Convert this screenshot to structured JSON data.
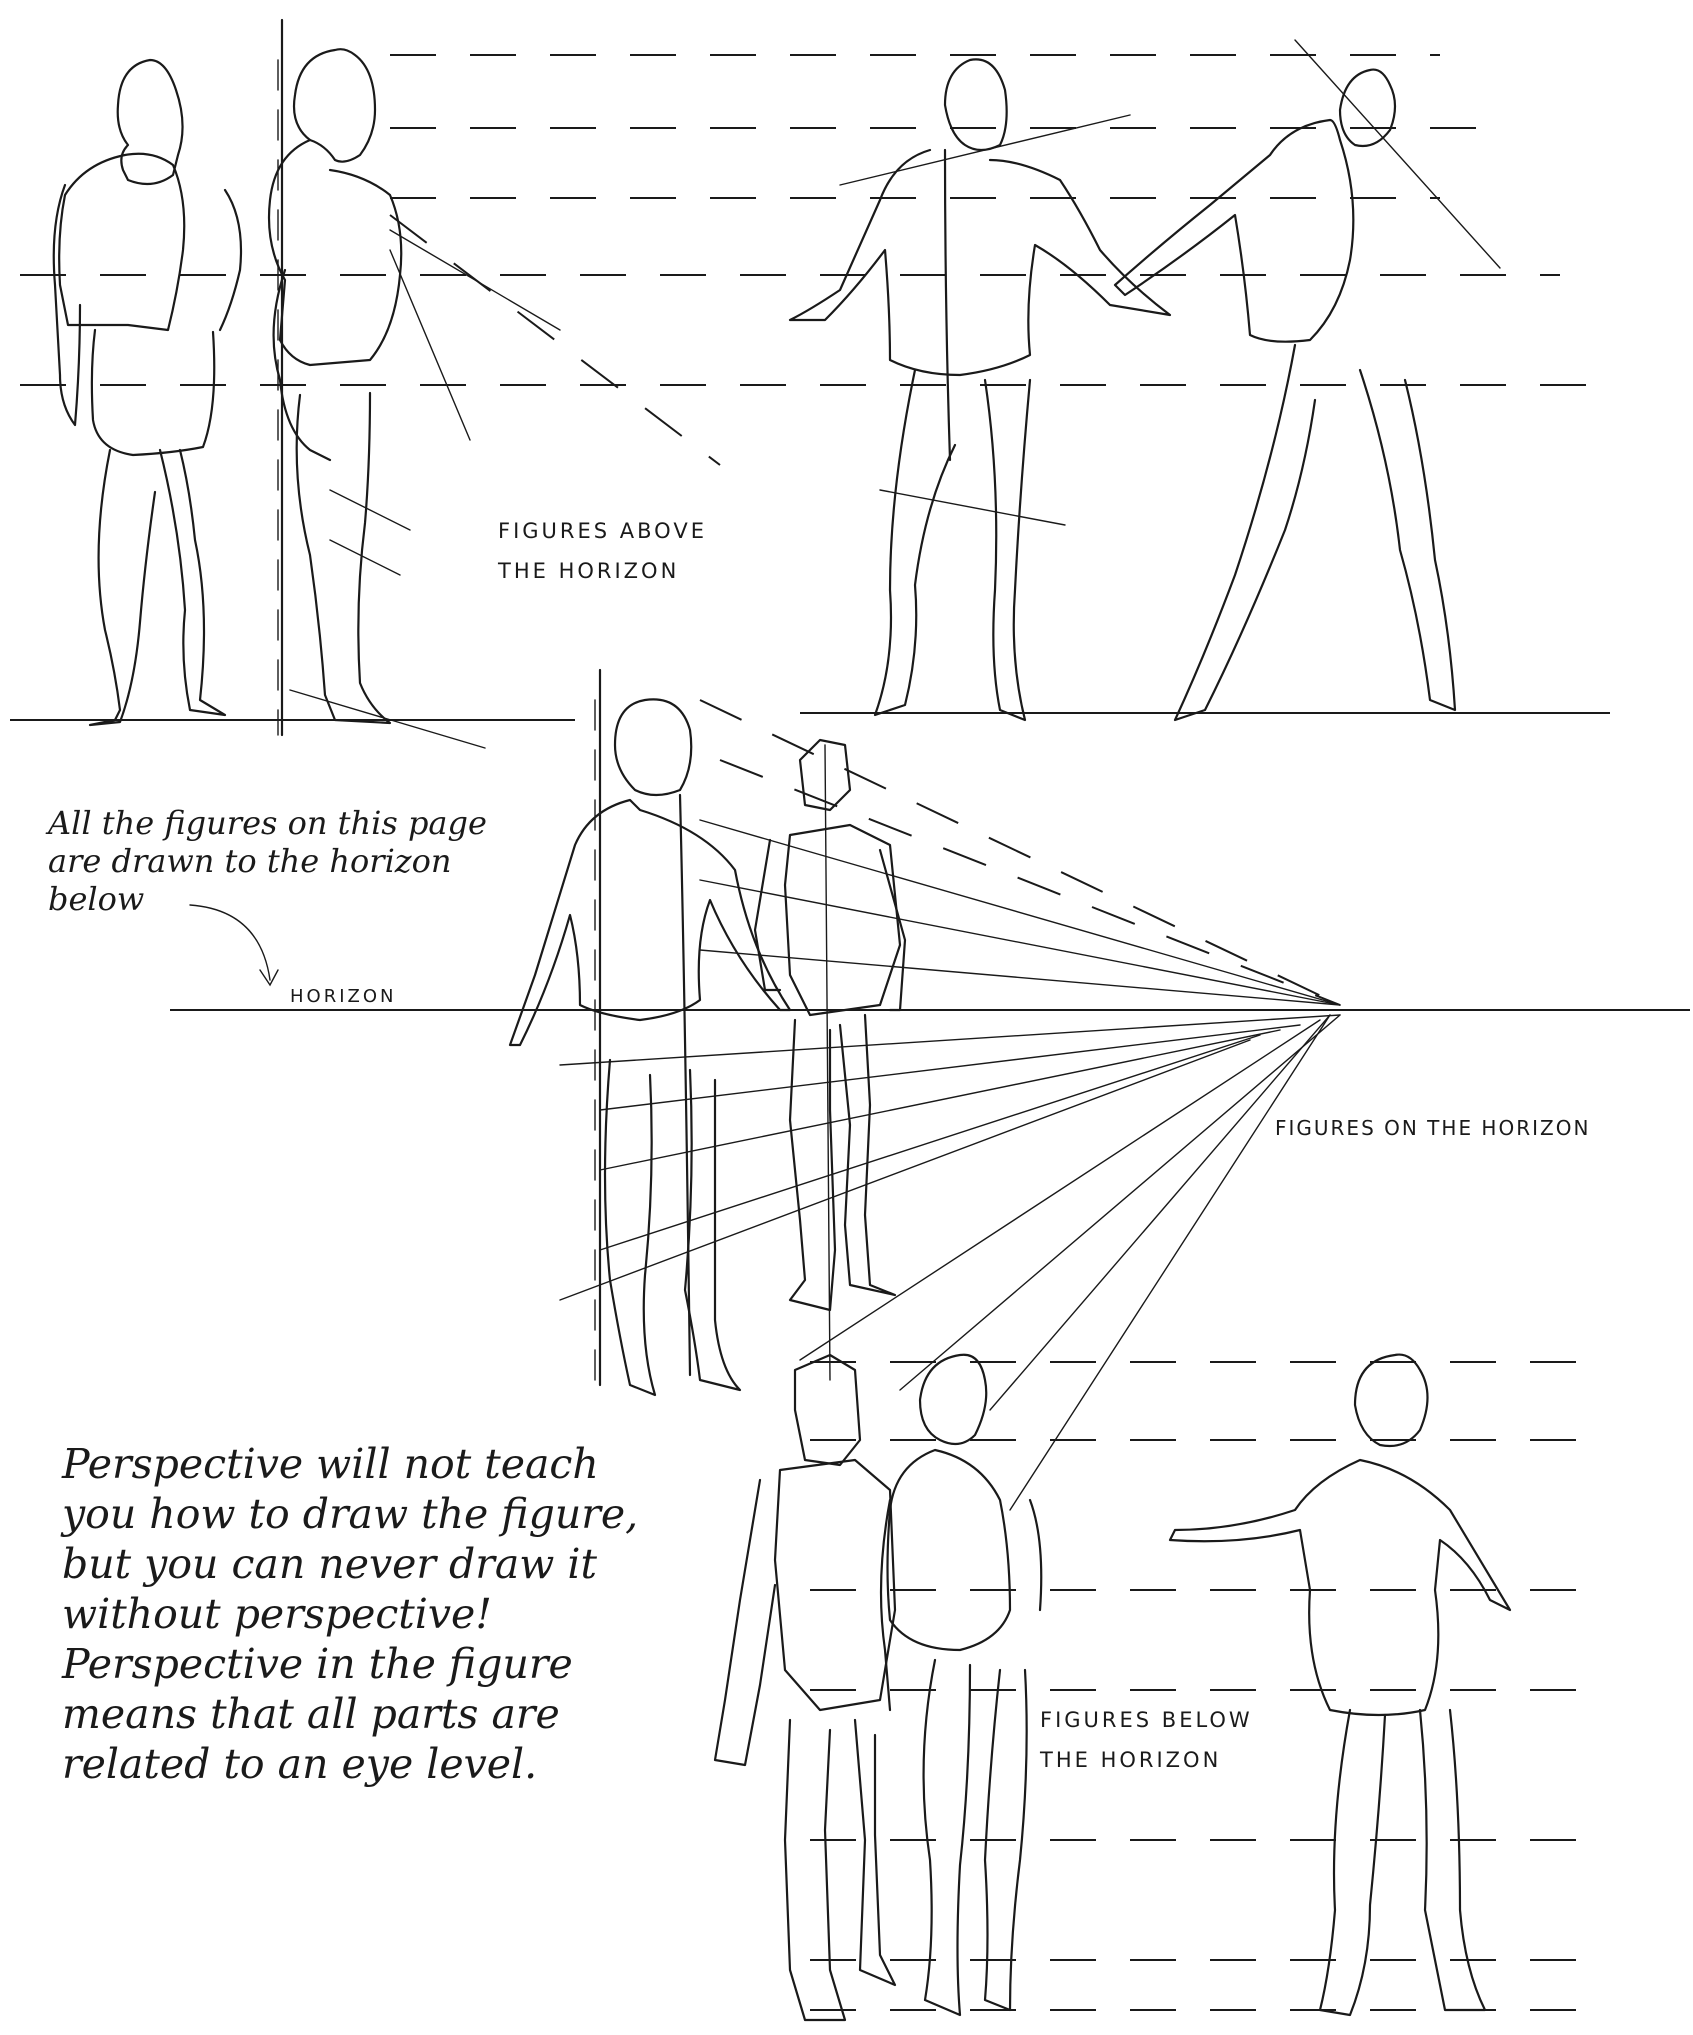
{
  "labels": {
    "above": [
      "FIGURES ABOVE",
      "THE HORIZON"
    ],
    "on": "FIGURES ON THE HORIZON",
    "below": [
      "FIGURES BELOW",
      "THE HORIZON"
    ],
    "horizon": "HORIZON"
  },
  "notes": {
    "horizon_note": [
      "All the figures on this page",
      "are drawn to the horizon",
      "below"
    ],
    "main_note": [
      "Perspective will not teach",
      "you how to draw the figure,",
      "but you can never draw it",
      "without perspective!",
      "Perspective in the figure",
      "means that all parts are",
      "related to an eye level."
    ]
  },
  "colors": {
    "ink": "#1a1a1a",
    "paper": "#ffffff"
  }
}
